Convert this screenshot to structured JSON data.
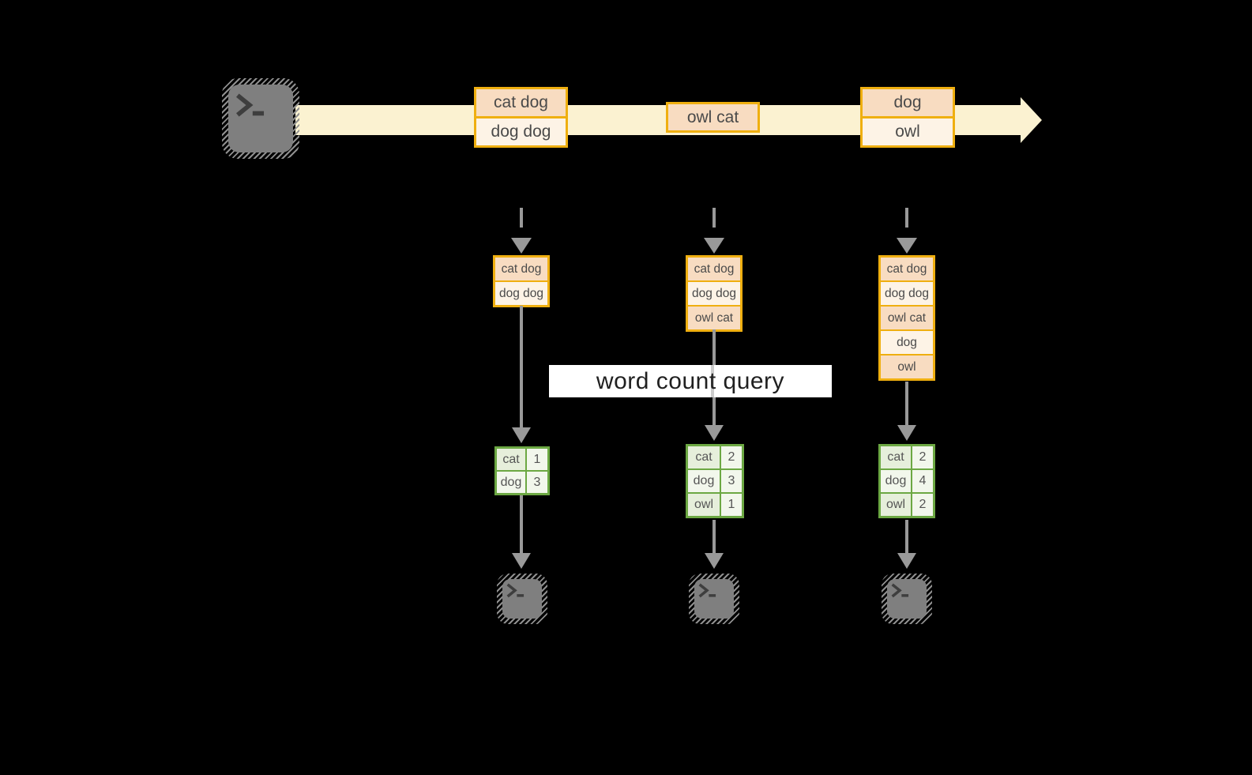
{
  "query_label": "word count query",
  "stream": {
    "producer_icon": "terminal-icon",
    "messages": [
      {
        "rows": [
          "cat dog",
          "dog dog"
        ]
      },
      {
        "rows": [
          "owl cat"
        ]
      },
      {
        "rows": [
          "dog",
          "owl"
        ]
      }
    ]
  },
  "pipelines": [
    {
      "buffer": [
        "cat dog",
        "dog dog"
      ],
      "counts": [
        {
          "word": "cat",
          "value": "1"
        },
        {
          "word": "dog",
          "value": "3"
        }
      ],
      "consumer_icon": "terminal-icon"
    },
    {
      "buffer": [
        "cat dog",
        "dog dog",
        "owl cat"
      ],
      "counts": [
        {
          "word": "cat",
          "value": "2"
        },
        {
          "word": "dog",
          "value": "3"
        },
        {
          "word": "owl",
          "value": "1"
        }
      ],
      "consumer_icon": "terminal-icon"
    },
    {
      "buffer": [
        "cat dog",
        "dog dog",
        "owl cat",
        "dog",
        "owl"
      ],
      "counts": [
        {
          "word": "cat",
          "value": "2"
        },
        {
          "word": "dog",
          "value": "4"
        },
        {
          "word": "owl",
          "value": "2"
        }
      ],
      "consumer_icon": "terminal-icon"
    }
  ],
  "colors": {
    "background": "#000000",
    "stream_band": "#FBF2D1",
    "gold_border": "#EFAF10",
    "peach_dark": "#F8DCC1",
    "peach_light": "#FDF3E6",
    "green_border": "#6CA843",
    "green_cell_dark": "#E6EFDB",
    "green_cell_light": "#F2F7EC",
    "arrow_gray": "#999999",
    "terminal_gray": "#7F7F7F"
  }
}
